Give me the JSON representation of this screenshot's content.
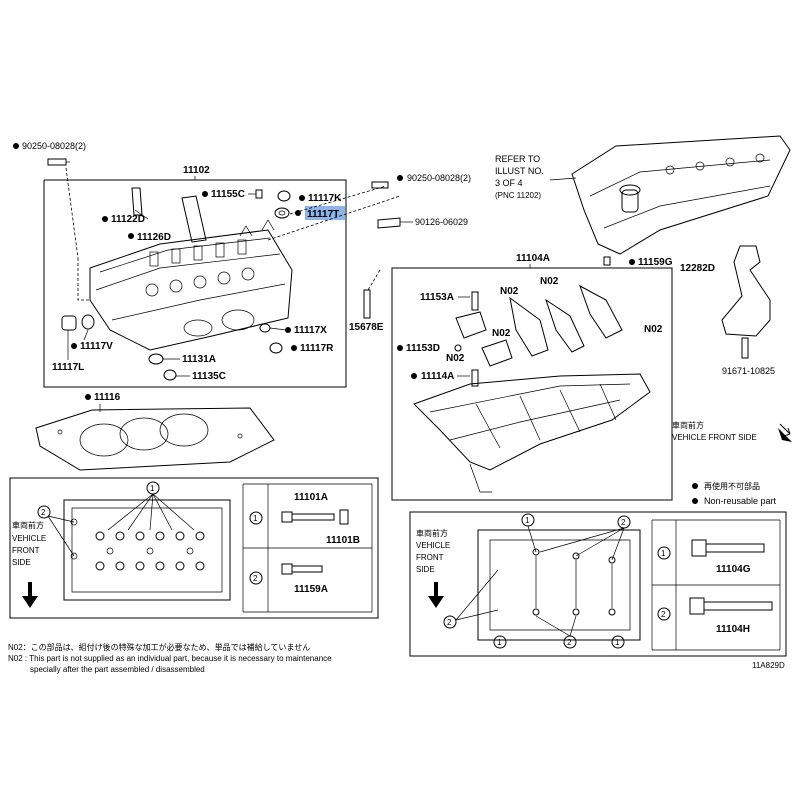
{
  "labels": {
    "bolt_top_left": "90250-08028(2)",
    "head_assy": "11102",
    "p11155c": "11155C",
    "p11122d": "11122D",
    "p11126d": "11126D",
    "p11117k": "11117K",
    "p11117t": "11117T",
    "p11117x": "11117X",
    "p11117r": "11117R",
    "p11117v": "11117V",
    "p11117l": "11117L",
    "p11131a": "11131A",
    "p11135c": "11135C",
    "bolt_mid": "90250-08028(2)",
    "p90126": "90126-06029",
    "p15678e": "15678E",
    "gasket": "11116",
    "refer_line1": "REFER TO",
    "refer_line2": "ILLUST NO.",
    "refer_line3": "3 OF 4",
    "refer_line4": "(PNC 11202)",
    "housing": "11104A",
    "p11159g": "11159G",
    "p12282d": "12282D",
    "p91671": "91671-10825",
    "p11153a": "11153A",
    "p11153d": "11153D",
    "p11114a": "11114A",
    "n02_a": "N02",
    "n02_b": "N02",
    "n02_c": "N02",
    "n02_d": "N02",
    "n02_e": "N02",
    "front_jp": "車両前方",
    "front_en": "VEHICLE FRONT SIDE",
    "legend_reuse": "再使用不可部品",
    "legend_nonreuse": "Non-reusable part",
    "p11101a": "11101A",
    "p11101b": "11101B",
    "p11159a": "11159A",
    "p11104g": "11104G",
    "p11104h": "11104H",
    "box_front_jp": "車両前方",
    "box_front_1": "VEHICLE",
    "box_front_2": "FRONT",
    "box_front_3": "SIDE",
    "box_front_en1": "VEHICLE",
    "box_front_en2": "FRONT",
    "box_front_en3": "SIDE",
    "circle_1": "1",
    "circle_2": "2",
    "note1": "N02：この部品は、組付け後の特殊な加工が必要なため、単品では補給していません",
    "note2": "N02 : This part is not supplied as an individual part, because it is necessary to maintenance",
    "note3": "specially after the part assembled / disassembled",
    "diagram_id": "11A829D"
  },
  "colors": {
    "highlight": "#8fb4ea",
    "ink": "#000000"
  }
}
